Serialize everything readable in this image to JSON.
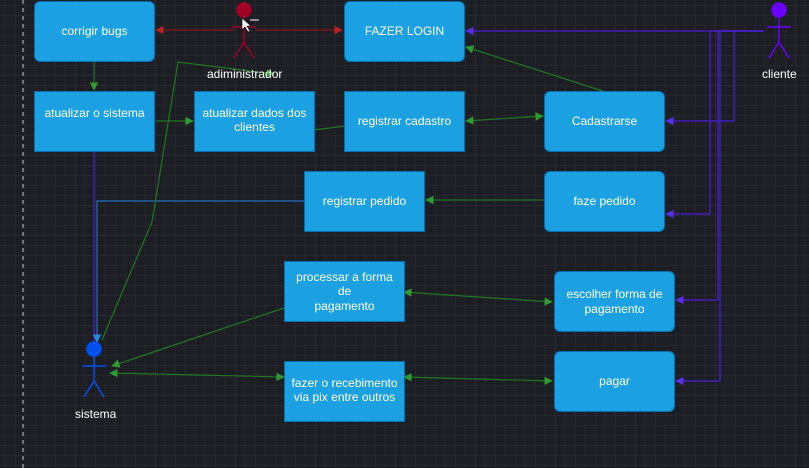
{
  "colors": {
    "box_fill": "#1ba1e2",
    "box_border": "#006eaf",
    "admin_actor": "#a20025",
    "client_actor": "#6a00ff",
    "system_actor": "#0050ef",
    "edge_green": "#1e7a1e",
    "edge_red": "#8b1a1a",
    "edge_purple": "#4c1ed6",
    "edge_blue": "#1f6fbf"
  },
  "actors": {
    "admin": "adiministrador",
    "client": "cliente",
    "system": "sistema"
  },
  "nodes": {
    "corrigir_bugs": "corrigir bugs",
    "fazer_login": "FAZER LOGIN",
    "atualizar_sistema": "atualizar o sistema",
    "atualizar_dados": "atualizar dados dos\nclientes",
    "registrar_cadastro": "registrar cadastro",
    "cadastrarse": "Cadastrarse",
    "registrar_pedido": "registrar pedido",
    "faze_pedido": "faze pedido",
    "processar_pagamento": "processar a forma de\npagamento",
    "escolher_pagamento": "escolher forma de\npagamento",
    "fazer_recebimento": "fazer o recebimento\nvia pix entre outros",
    "pagar": "pagar"
  }
}
